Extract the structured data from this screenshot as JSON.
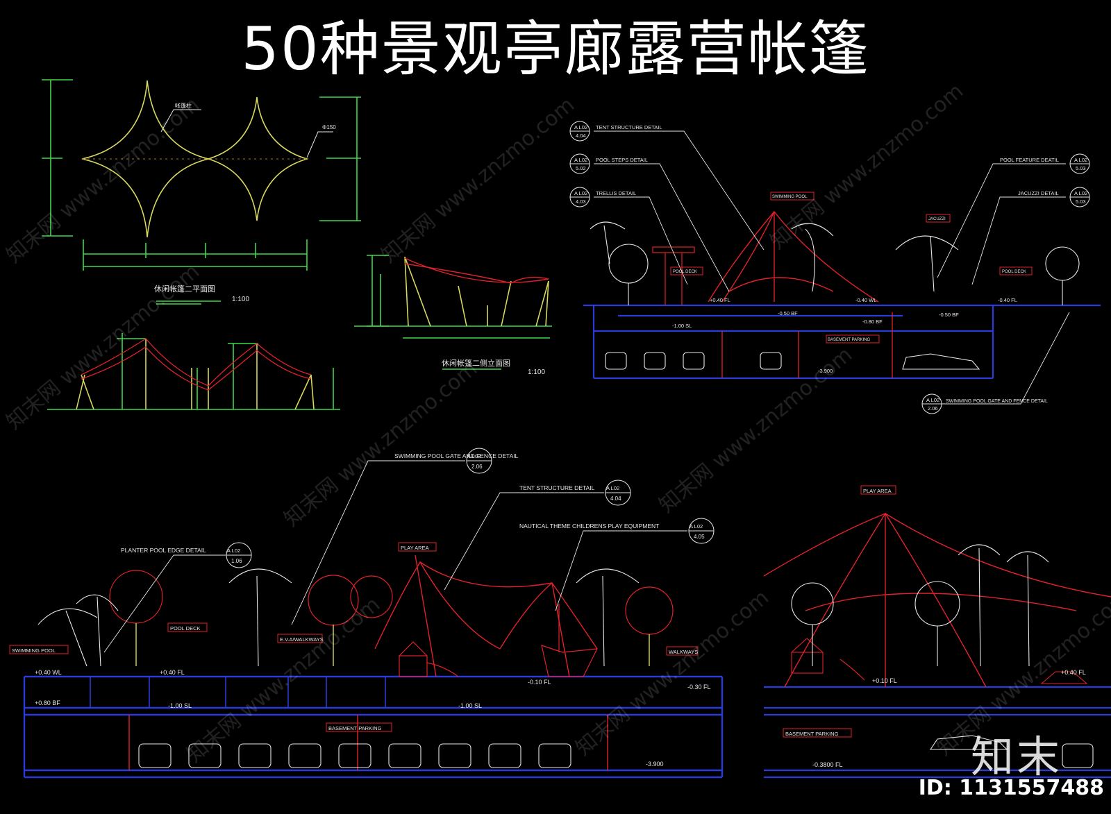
{
  "title": "50种景观亭廊露营帐篷",
  "watermark_text": "知末网 www.znzmo.com",
  "logo_text": "知末",
  "image_id": "ID: 1131557488",
  "drawing_labels": {
    "plan_title": "休闲帐篷二平面图",
    "plan_scale": "1:100",
    "side_title": "休闲帐篷二侧立面图",
    "side_scale": "1:100"
  },
  "section_top": {
    "callouts": [
      {
        "text": "TENT STRUCTURE DETAIL",
        "ref_top": "A  L02",
        "ref_bottom": "4.04"
      },
      {
        "text": "POOL STEPS DETAIL",
        "ref_top": "A  L02",
        "ref_bottom": "5.02"
      },
      {
        "text": "TRELLIS DETAIL",
        "ref_top": "A  L02",
        "ref_bottom": "4.03"
      },
      {
        "text": "POOL FEATURE DEATIL",
        "ref_top": "A  L02",
        "ref_bottom": "5.03"
      },
      {
        "text": "JACUZZI DETAIL",
        "ref_top": "A  L02",
        "ref_bottom": "5.03"
      },
      {
        "text": "SWIMMING POOL GATE AND FENCE DETAIL",
        "ref_top": "A  L02",
        "ref_bottom": "2.06"
      }
    ],
    "tags": [
      "SWIMMING POOL",
      "JACUZZI",
      "POOL DECK",
      "POOL DECK",
      "BASEMENT PARKING"
    ],
    "levels": [
      "+0.40 FL",
      "-0.50 BF",
      "-1.00 SL",
      "-0.40 WL",
      "-0.80 BF",
      "-0.50 BF",
      "-0.40 FL",
      "-3.900"
    ]
  },
  "section_bottom": {
    "callouts": [
      {
        "text": "SWIMMING POOL GATE AND FENCE DETAIL",
        "ref_top": "A  L02",
        "ref_bottom": "2.06"
      },
      {
        "text": "TENT STRUCTURE DETAIL",
        "ref_top": "A  L02",
        "ref_bottom": "4.04"
      },
      {
        "text": "NAUTICAL THEME CHILDRENS PLAY EQUIPMENT",
        "ref_top": "A  L02",
        "ref_bottom": "4.05"
      },
      {
        "text": "PLANTER POOL EDGE DETAIL",
        "ref_top": "A  L02",
        "ref_bottom": "1.06"
      }
    ],
    "tags": [
      "SWIMMING POOL",
      "POOL DECK",
      "E.V.A/WALKWAYS",
      "PLAY AREA",
      "WALKWAYS",
      "BASEMENT PARKING"
    ],
    "levels": [
      "+0.40 WL",
      "+0.40 FL",
      "+0.80 BF",
      "-1.00 SL",
      "-1.00 SL",
      "-0.10 FL",
      "-0.30 FL",
      "-3.900"
    ]
  },
  "section_right": {
    "tags": [
      "PLAY AREA",
      "BASEMENT PARKING"
    ],
    "levels": [
      "+0.10 FL",
      "+0.40 FL",
      "-0.3800 FL"
    ]
  },
  "colors": {
    "background": "#000000",
    "line_yellow": "#d8d860",
    "line_green": "#3ed94a",
    "line_red": "#e0222a",
    "line_blue": "#2b3bd8",
    "line_white": "#e8e8e8"
  }
}
